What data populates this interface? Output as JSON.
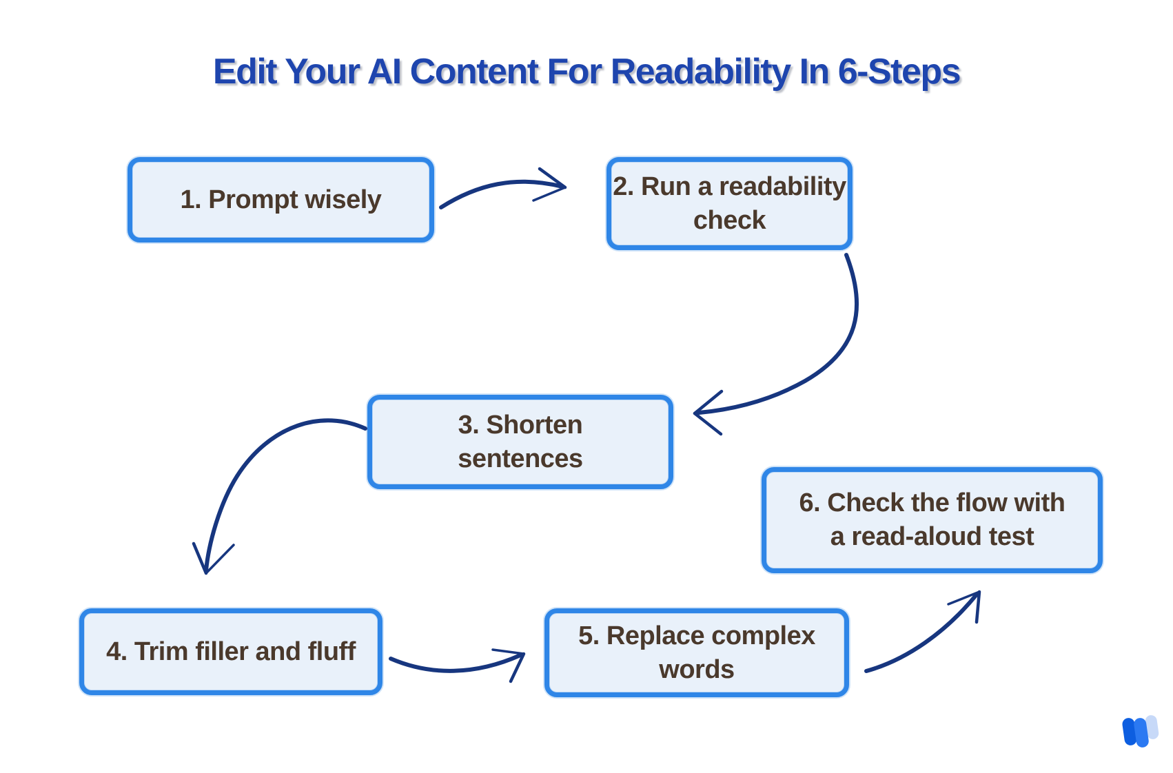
{
  "title": "Edit Your AI Content For Readability In 6-Steps",
  "steps": [
    {
      "label": "1. Prompt wisely"
    },
    {
      "label": "2. Run a readability\ncheck"
    },
    {
      "label": "3. Shorten\nsentences"
    },
    {
      "label": "4. Trim filler and fluff"
    },
    {
      "label": "5. Replace complex\nwords"
    },
    {
      "label": "6. Check the flow with\na read-aloud test"
    }
  ],
  "flow": [
    "step-1 -> step-2",
    "step-2 -> step-3",
    "step-3 -> step-4",
    "step-4 -> step-5",
    "step-5 -> step-6"
  ],
  "icons": {
    "brand_logo": "w-logo"
  },
  "colors": {
    "background": "#ffffff",
    "title_text": "#1e45ae",
    "box_border": "#2f86e7",
    "box_fill": "#e9f1fa",
    "box_text": "#4a392c",
    "arrow": "#17367f",
    "logo_dark_blue": "#0d5ee0",
    "logo_mid_blue": "#2b79f2",
    "logo_light_blue": "#c7d9f8"
  }
}
